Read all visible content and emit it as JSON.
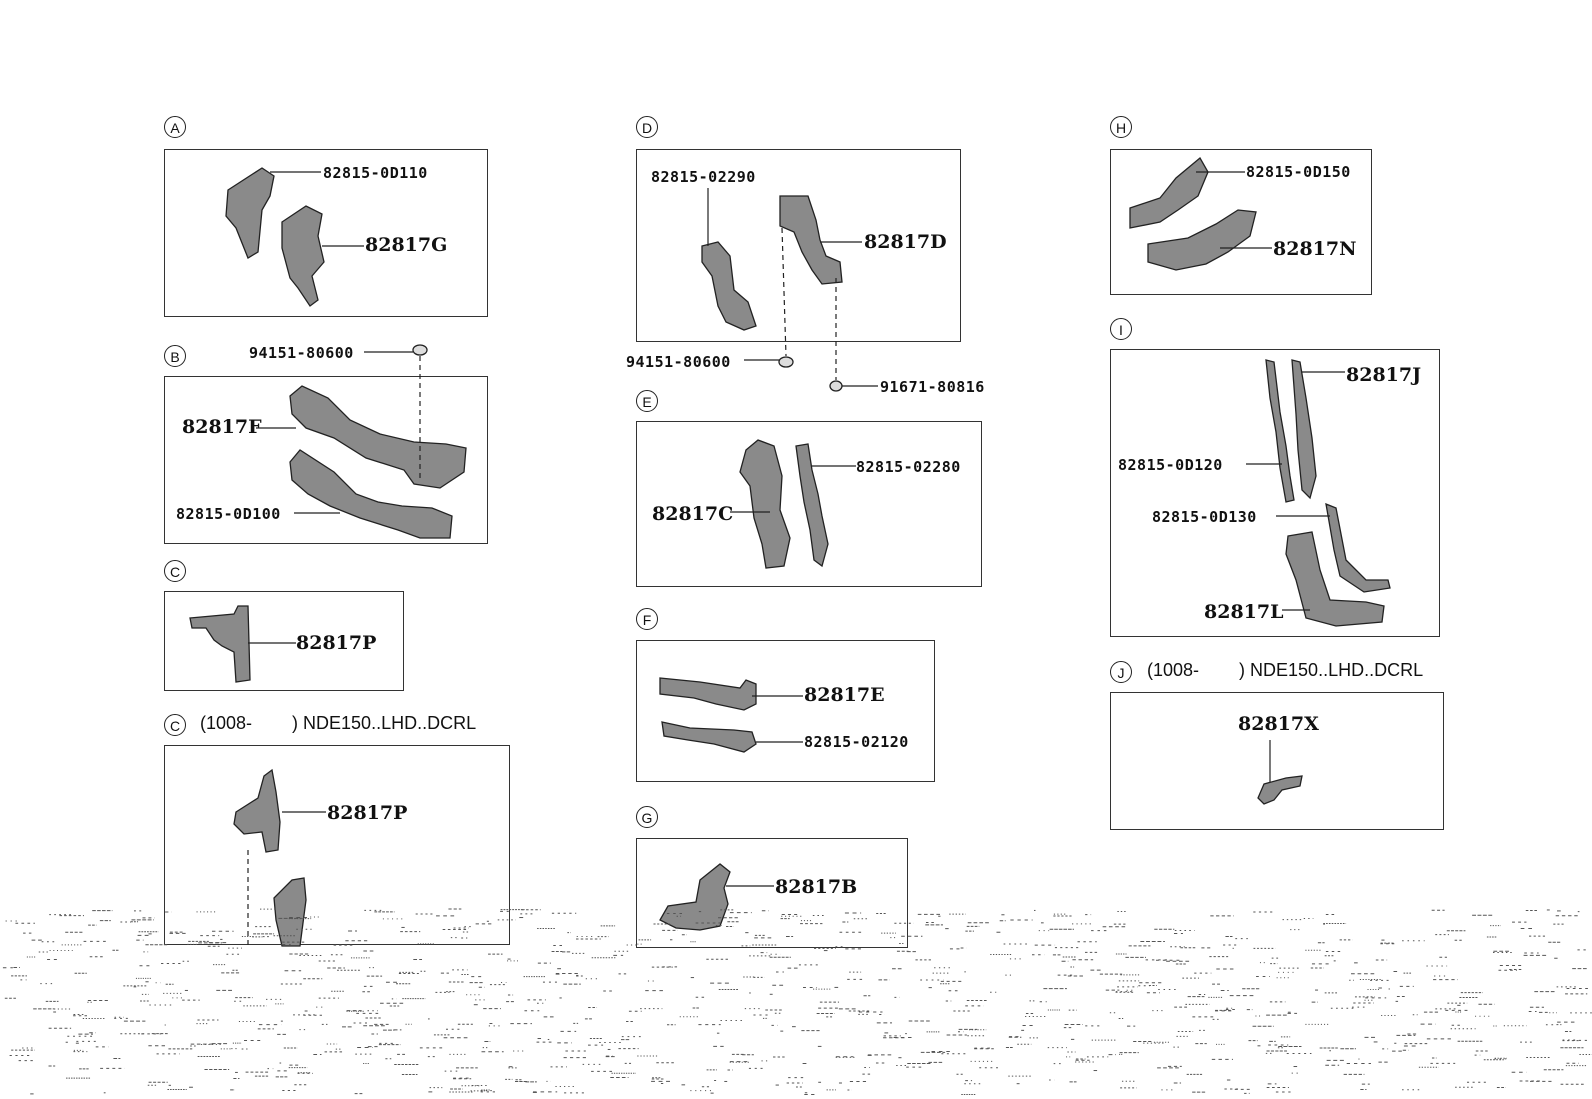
{
  "sections": {
    "A": {
      "letter": "A",
      "labels": [
        "82815-0D110",
        "82817G"
      ]
    },
    "B": {
      "letter": "B",
      "labels": [
        "94151-80600",
        "82817F",
        "82815-0D100"
      ]
    },
    "C": {
      "letter": "C",
      "labels": [
        "82817P"
      ]
    },
    "C2": {
      "letter": "C",
      "condition": "(1008-        ) NDE150..LHD..DCRL",
      "labels": [
        "82817P"
      ]
    },
    "D": {
      "letter": "D",
      "labels": [
        "82815-02290",
        "82817D",
        "94151-80600",
        "91671-80816"
      ]
    },
    "E": {
      "letter": "E",
      "labels": [
        "82815-02280",
        "82817C"
      ]
    },
    "F": {
      "letter": "F",
      "labels": [
        "82817E",
        "82815-02120"
      ]
    },
    "G": {
      "letter": "G",
      "labels": [
        "82817B"
      ]
    },
    "H": {
      "letter": "H",
      "labels": [
        "82815-0D150",
        "82817N"
      ]
    },
    "I": {
      "letter": "I",
      "labels": [
        "82817J",
        "82815-0D120",
        "82815-0D130",
        "82817L"
      ]
    },
    "J": {
      "letter": "J",
      "condition": "(1008-        ) NDE150..LHD..DCRL",
      "labels": [
        "82817X"
      ]
    }
  },
  "colors": {
    "part_fill": "#8a8a8a",
    "line": "#222222",
    "background": "#ffffff"
  }
}
